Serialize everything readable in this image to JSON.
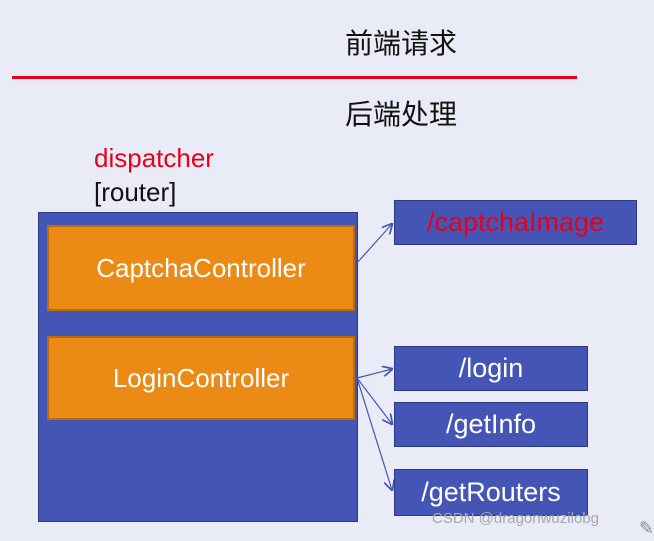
{
  "labels": {
    "frontend": "前端请求",
    "backend": "后端处理",
    "dispatcher": "dispatcher",
    "router": "[router]"
  },
  "controllers": {
    "captcha": "CaptchaController",
    "login": "LoginController"
  },
  "endpoints": {
    "captcha_image": "/captchaImage",
    "login": "/login",
    "get_info": "/getInfo",
    "get_routers": "/getRouters"
  },
  "watermark": "CSDN @dragonwuzilobg",
  "colors": {
    "divider": "#e8001a",
    "panel": "#4555b5",
    "controller": "#eb8a14",
    "highlight_text": "#e8001a"
  }
}
